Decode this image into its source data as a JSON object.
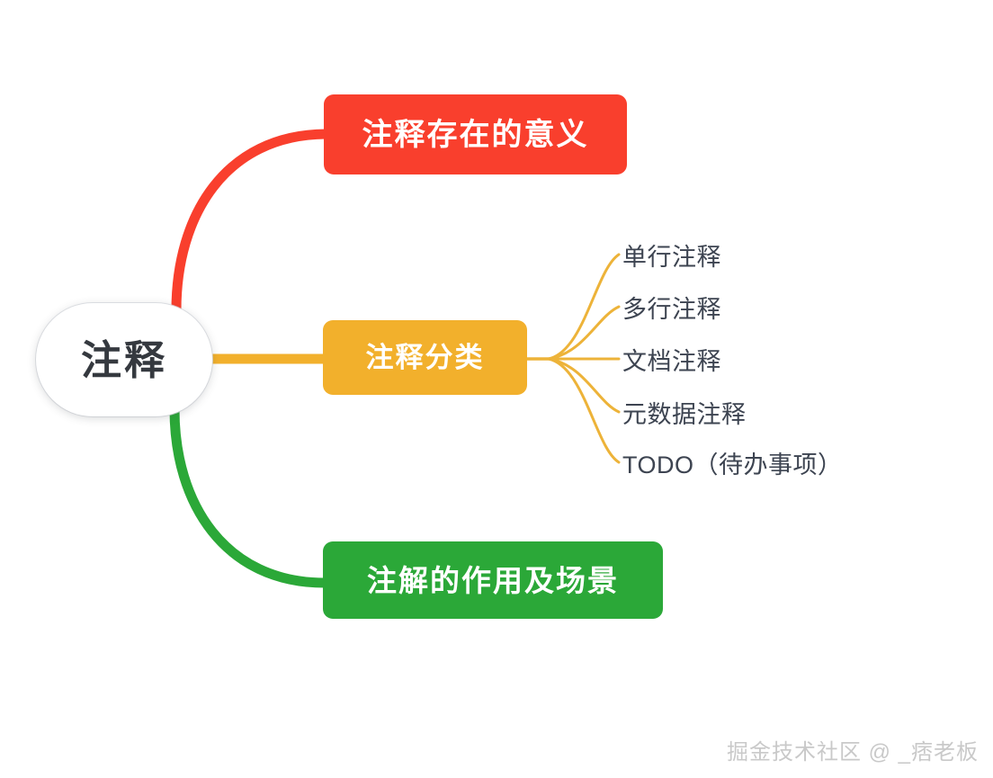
{
  "diagram": {
    "type": "mind-map",
    "title": "注释",
    "root": {
      "label": "注释",
      "text_color": "#35393f",
      "background": "#ffffff"
    },
    "branches": [
      {
        "id": "branch-purpose",
        "label": "注释存在的意义",
        "color": "#f93f2d",
        "text_color": "#ffffff",
        "children": []
      },
      {
        "id": "branch-classification",
        "label": "注释分类",
        "color": "#f2b02c",
        "text_color": "#ffffff",
        "children": [
          {
            "id": "leaf-single-line",
            "label": "单行注释"
          },
          {
            "id": "leaf-multi-line",
            "label": "多行注释"
          },
          {
            "id": "leaf-doc",
            "label": "文档注释"
          },
          {
            "id": "leaf-metadata",
            "label": "元数据注释"
          },
          {
            "id": "leaf-todo",
            "label": "TODO（待办事项）"
          }
        ]
      },
      {
        "id": "branch-annotation-usage",
        "label": "注解的作用及场景",
        "color": "#2ba838",
        "text_color": "#ffffff",
        "children": []
      }
    ],
    "leaf_text_color": "#3d4451",
    "connector_colors": {
      "red": "#f93f2d",
      "orange": "#f2b02c",
      "green": "#2ba838",
      "leaf_line": "#edb339"
    },
    "background": "#ffffff"
  },
  "watermark": {
    "text": "掘金技术社区 @ _痞老板",
    "color": "#c9c9c9"
  }
}
